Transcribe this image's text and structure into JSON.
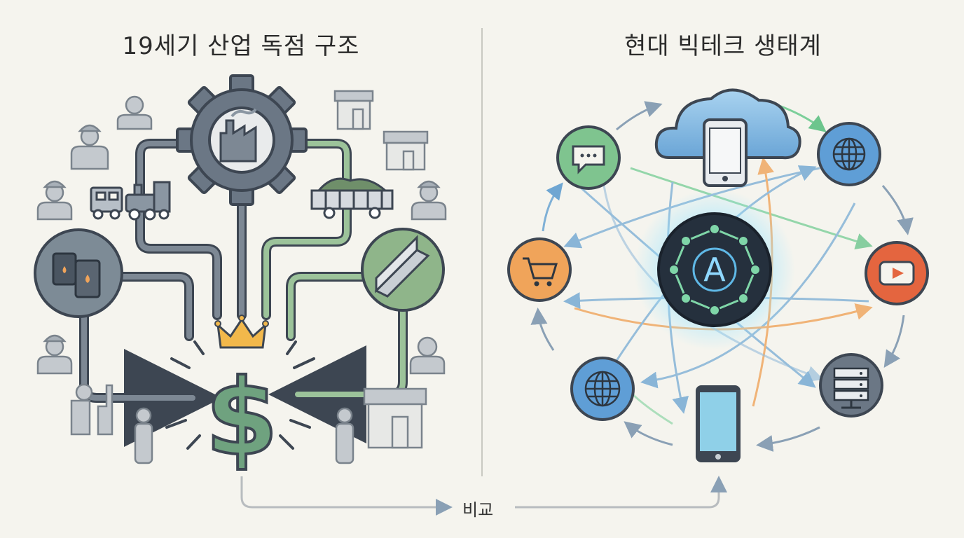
{
  "left_panel": {
    "title": "19세기 산업 독점 구조"
  },
  "right_panel": {
    "title": "현대 빅테크 생태계",
    "hub_letter": "A"
  },
  "compare_label": "비교",
  "colors": {
    "background": "#f5f4ee",
    "gear": "#6b7785",
    "pipe_dark": "#5f6b78",
    "pipe_green": "#8fb58a",
    "dollar": "#6fa27f",
    "crown": "#f2b84b",
    "hub": "#25303d",
    "arrow_blue": "#7fb0d6",
    "arrow_green": "#7ccf9a",
    "arrow_orange": "#f0a45a"
  }
}
